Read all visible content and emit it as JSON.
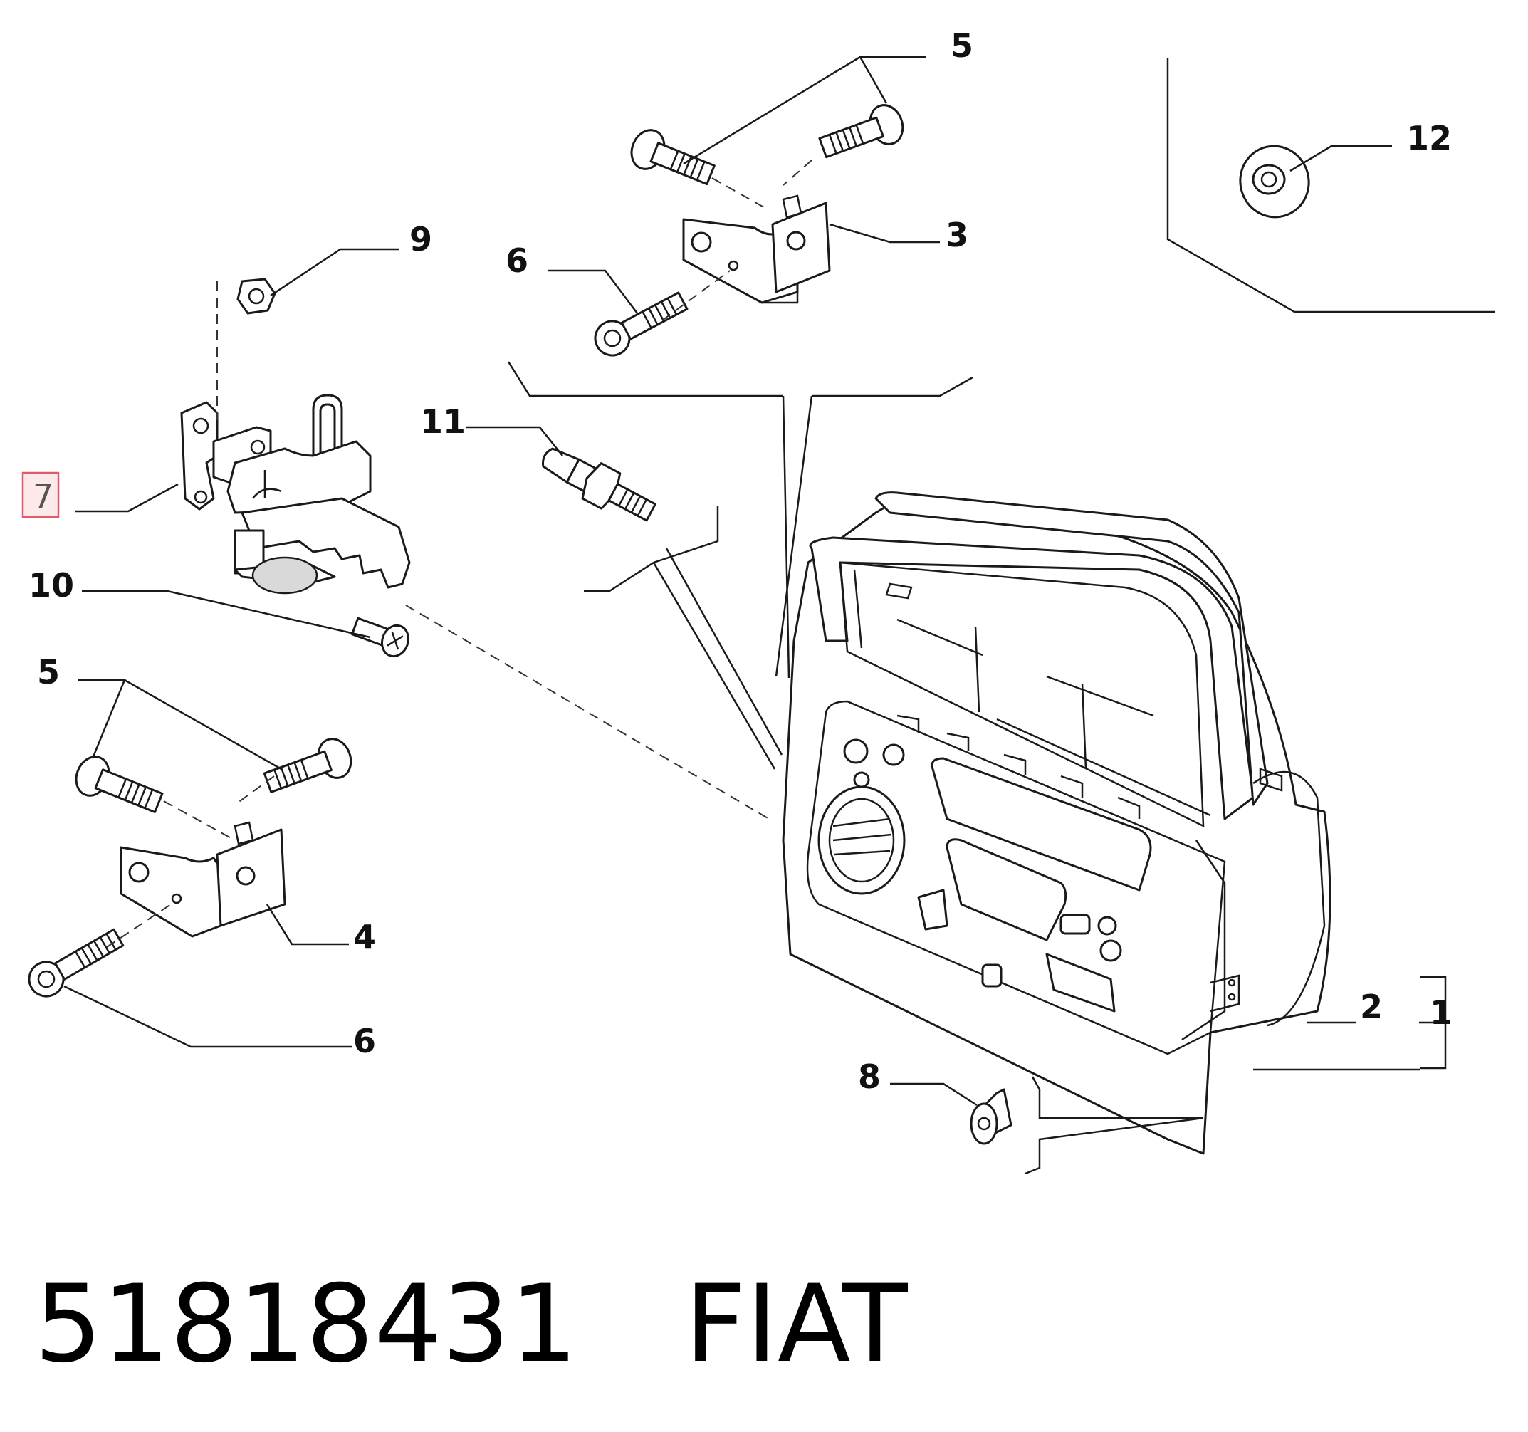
{
  "diagram": {
    "callouts": {
      "c1": "1",
      "c2": "2",
      "c3": "3",
      "c4": "4",
      "c5_top": "5",
      "c5_left": "5",
      "c6_top": "6",
      "c6_bottom": "6",
      "c7": "7",
      "c8": "8",
      "c9": "9",
      "c10": "10",
      "c11": "11",
      "c12": "12"
    },
    "highlighted_callout": "7",
    "highlight_color": "#e05a6a"
  },
  "footer": {
    "part_number": "51818431",
    "brand": "FIAT"
  }
}
